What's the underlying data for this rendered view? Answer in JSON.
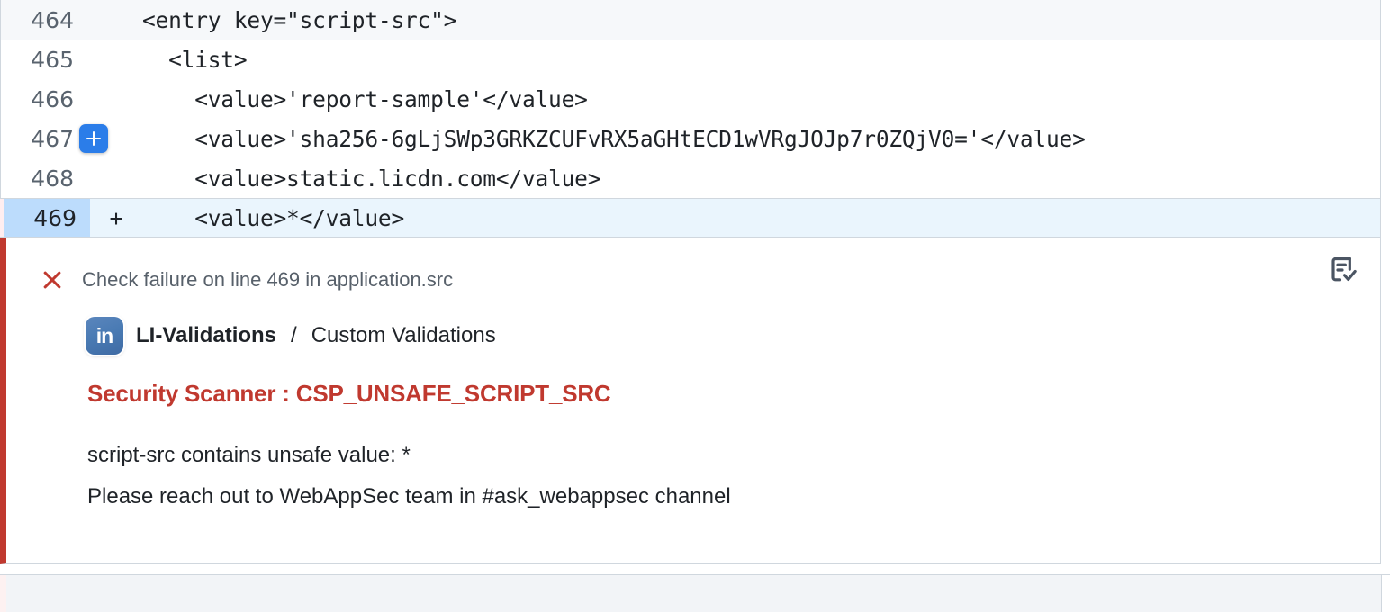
{
  "diff": {
    "rows": [
      {
        "line_number": "464",
        "marker": "",
        "code": "<entry key=\"script-src\">",
        "state": "context-shaded",
        "has_add_button": false
      },
      {
        "line_number": "465",
        "marker": "",
        "code": "  <list>",
        "state": "context",
        "has_add_button": false
      },
      {
        "line_number": "466",
        "marker": "",
        "code": "    <value>'report-sample'</value>",
        "state": "context",
        "has_add_button": false
      },
      {
        "line_number": "467",
        "marker": "",
        "code": "    <value>'sha256-6gLjSWp3GRKZCUFvRX5aGHtECD1wVRgJOJp7r0ZQjV0='</value>",
        "state": "context",
        "has_add_button": true
      },
      {
        "line_number": "468",
        "marker": "",
        "code": "    <value>static.licdn.com</value>",
        "state": "context",
        "has_add_button": false
      },
      {
        "line_number": "469",
        "marker": "+",
        "code": "    <value>*</value>",
        "state": "added",
        "has_add_button": false
      }
    ]
  },
  "annotation": {
    "status_icon": "x-icon",
    "header_text": "Check failure on line 469 in application.src",
    "source": {
      "logo_text": "in",
      "app_name": "LI-Validations",
      "separator": "/",
      "check_name": "Custom Validations"
    },
    "title": "Security Scanner : CSP_UNSAFE_SCRIPT_SRC",
    "body_lines": [
      "script-src contains unsafe value: *",
      "Please reach out to WebAppSec team in #ask_webappsec channel"
    ],
    "report_icon": "report-checklist-icon"
  },
  "colors": {
    "error_red": "#c0392f",
    "added_gutter_blue": "#bcdcfc",
    "added_row_blue": "#eaf5fd",
    "add_button_blue": "#2b7de9",
    "context_gray": "#f6f8fa",
    "border_gray": "#d0d7de",
    "muted_text": "#57606a"
  }
}
